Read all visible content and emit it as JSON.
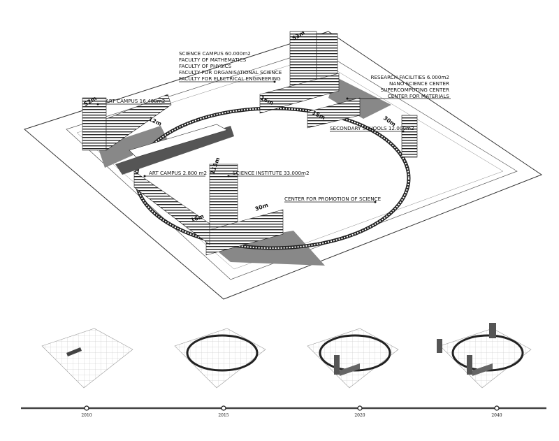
{
  "labels": {
    "science_campus": [
      "SCIENCE CAMPUS 60.000m2",
      "FACULTY OF MATHEMATICS",
      "FACULTY OF PHYSICS",
      "FACULTY FOR ORGANISATIONAL SCIENCE",
      "FACULTY FOR ELECTRICAL ENGINEERING"
    ],
    "research": [
      "RESEARCH FACILITIES 6.000m2",
      "NANO SCIENCE CENTER",
      "SUPERCOMPUTING CENTER",
      "CENTER FOR MATERIALS"
    ],
    "art_campus_1": "ART CAMPUS 16.400m2",
    "art_campus_2": "ART CAMPUS 2.800 m2",
    "science_institute": "SCIENCE INSTITUTE 33.000m2",
    "secondary_schools": "SECONDARY SCHOOLS 12.000m2",
    "promotion": "CENTER FOR PROMOTION OF SCIENCE"
  },
  "heights": {
    "top_tower": "53m",
    "left_tower": "52m",
    "left_wing": "12m",
    "science_wing": "16m",
    "research_wing": "15m",
    "right_tower": "30m",
    "institute_tower": "115m",
    "institute_wing": "30m",
    "art_wing": "16m"
  },
  "timeline": {
    "years": [
      "2010",
      "2015",
      "2020",
      "2040"
    ]
  },
  "colors": {
    "line": "#222222",
    "shadow": "#777777",
    "ground": "#ffffff"
  }
}
